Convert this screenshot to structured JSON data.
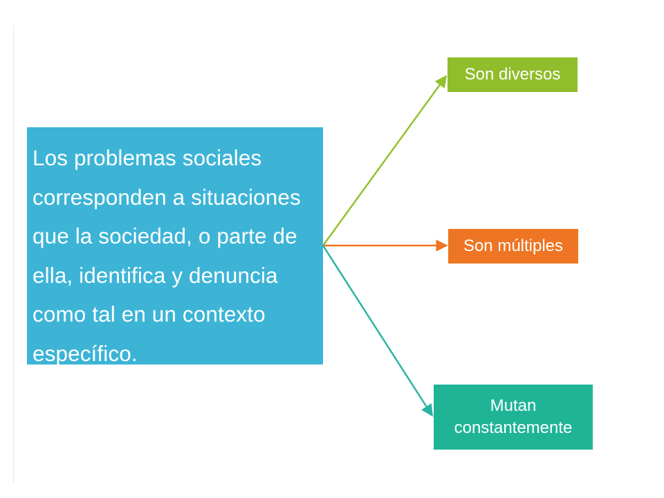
{
  "main_concept": {
    "lines": [
      "Los problemas sociales",
      "corresponden a situaciones",
      "que la sociedad, o parte de",
      "ella, identifica y denuncia",
      "como tal en un contexto",
      "específico."
    ],
    "color": "#3db4d6"
  },
  "branches": [
    {
      "label": "Son diversos",
      "color": "#8fbd2b",
      "arrow_color": "#93c12e"
    },
    {
      "label": "Son múltiples",
      "color": "#ee7523",
      "arrow_color": "#ee7523"
    },
    {
      "label_lines": [
        "Mutan",
        "constantemente"
      ],
      "color": "#20b497",
      "arrow_color": "#2bb3a4"
    }
  ]
}
